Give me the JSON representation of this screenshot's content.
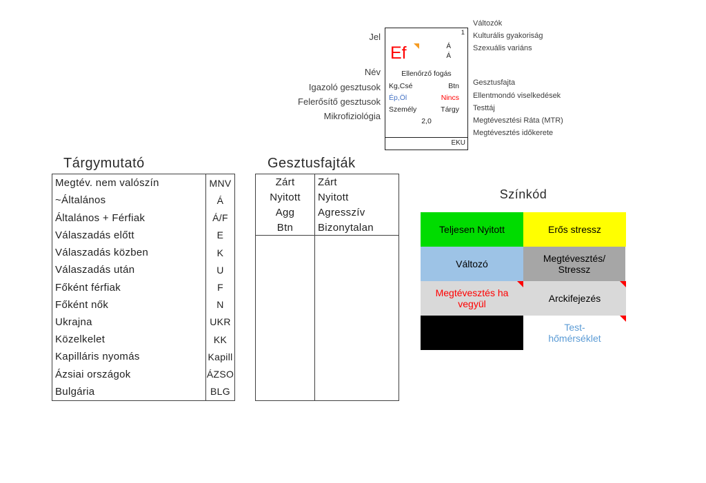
{
  "diagram": {
    "left_labels": [
      "Jel",
      "Név",
      "Igazoló gesztusok",
      "Felerősítő gesztusok",
      "Mikrofiziológia"
    ],
    "right_labels": [
      "Változók",
      "Kulturális gyakoriság",
      "Szexuális variáns",
      "Gesztusfajta",
      "Ellentmondó viselkedések",
      "Testtáj",
      "Megtévesztési Ráta (MTR)",
      "Megtévesztés időkerete"
    ],
    "cell": {
      "row_index": "1",
      "symbol": "Ef",
      "variant_top": "Á",
      "variant_bottom": "Á",
      "name": "Ellenőrző fogás",
      "confirming_gestures": "Kg,Csé",
      "gesture_type": "Btn",
      "amplifying_gestures": "Ép,Öl",
      "contradicting_behaviors": "Nincs",
      "target_left": "Személy",
      "target_right": "Tárgy",
      "deception_rate": "2,0",
      "timeframe": "EKU"
    },
    "colors": {
      "symbol": "#ff0000",
      "amplifying": "#4472c4",
      "contradicting": "#ff0000"
    }
  },
  "index_table": {
    "title": "Tárgymutató",
    "rows": [
      {
        "label": "Megtév. nem valószín",
        "code": "MNV"
      },
      {
        "label": "~Általános",
        "code": "Á"
      },
      {
        "label": "Általános + Férfiak",
        "code": "Á/F"
      },
      {
        "label": "Válaszadás előtt",
        "code": "E"
      },
      {
        "label": "Válaszadás közben",
        "code": "K"
      },
      {
        "label": "Válaszadás után",
        "code": "U"
      },
      {
        "label": "Főként férfiak",
        "code": "F"
      },
      {
        "label": "Főként nők",
        "code": "N"
      },
      {
        "label": "Ukrajna",
        "code": "UKR"
      },
      {
        "label": "Közelkelet",
        "code": "KK"
      },
      {
        "label": "Kapilláris nyomás",
        "code": "Kapill"
      },
      {
        "label": "Ázsiai országok",
        "code": "ÁZSO"
      },
      {
        "label": "Bulgária",
        "code": "BLG"
      }
    ]
  },
  "gesture_table": {
    "title": "Gesztusfajták",
    "rows": [
      {
        "code": "Zárt",
        "label": "Zárt"
      },
      {
        "code": "Nyitott",
        "label": "Nyitott"
      },
      {
        "code": "Agg",
        "label": "Agresszív"
      },
      {
        "code": "Btn",
        "label": "Bizonytalan"
      }
    ]
  },
  "color_legend": {
    "title": "Színkód",
    "cells": [
      {
        "label": "Teljesen Nyitott",
        "bg": "#00dc00",
        "fg": "#000000",
        "marker": false
      },
      {
        "label": "Erős stressz",
        "bg": "#ffff00",
        "fg": "#000000",
        "marker": false
      },
      {
        "label": "Változó",
        "bg": "#9dc3e6",
        "fg": "#000000",
        "marker": false
      },
      {
        "label": "Megtévesztés/\nStressz",
        "bg": "#a6a6a6",
        "fg": "#000000",
        "marker": false
      },
      {
        "label": "Megtévesztés ha\nvegyül",
        "bg": "#d9d9d9",
        "fg": "#ff0000",
        "marker": true
      },
      {
        "label": "Arckifejezés",
        "bg": "#d9d9d9",
        "fg": "#000000",
        "marker": true
      },
      {
        "label": "",
        "bg": "#000000",
        "fg": "#ffffff",
        "marker": false
      },
      {
        "label": "Test-\nhőmérséklet",
        "bg": "#ffffff",
        "fg": "#5b9bd5",
        "marker": true
      }
    ]
  }
}
